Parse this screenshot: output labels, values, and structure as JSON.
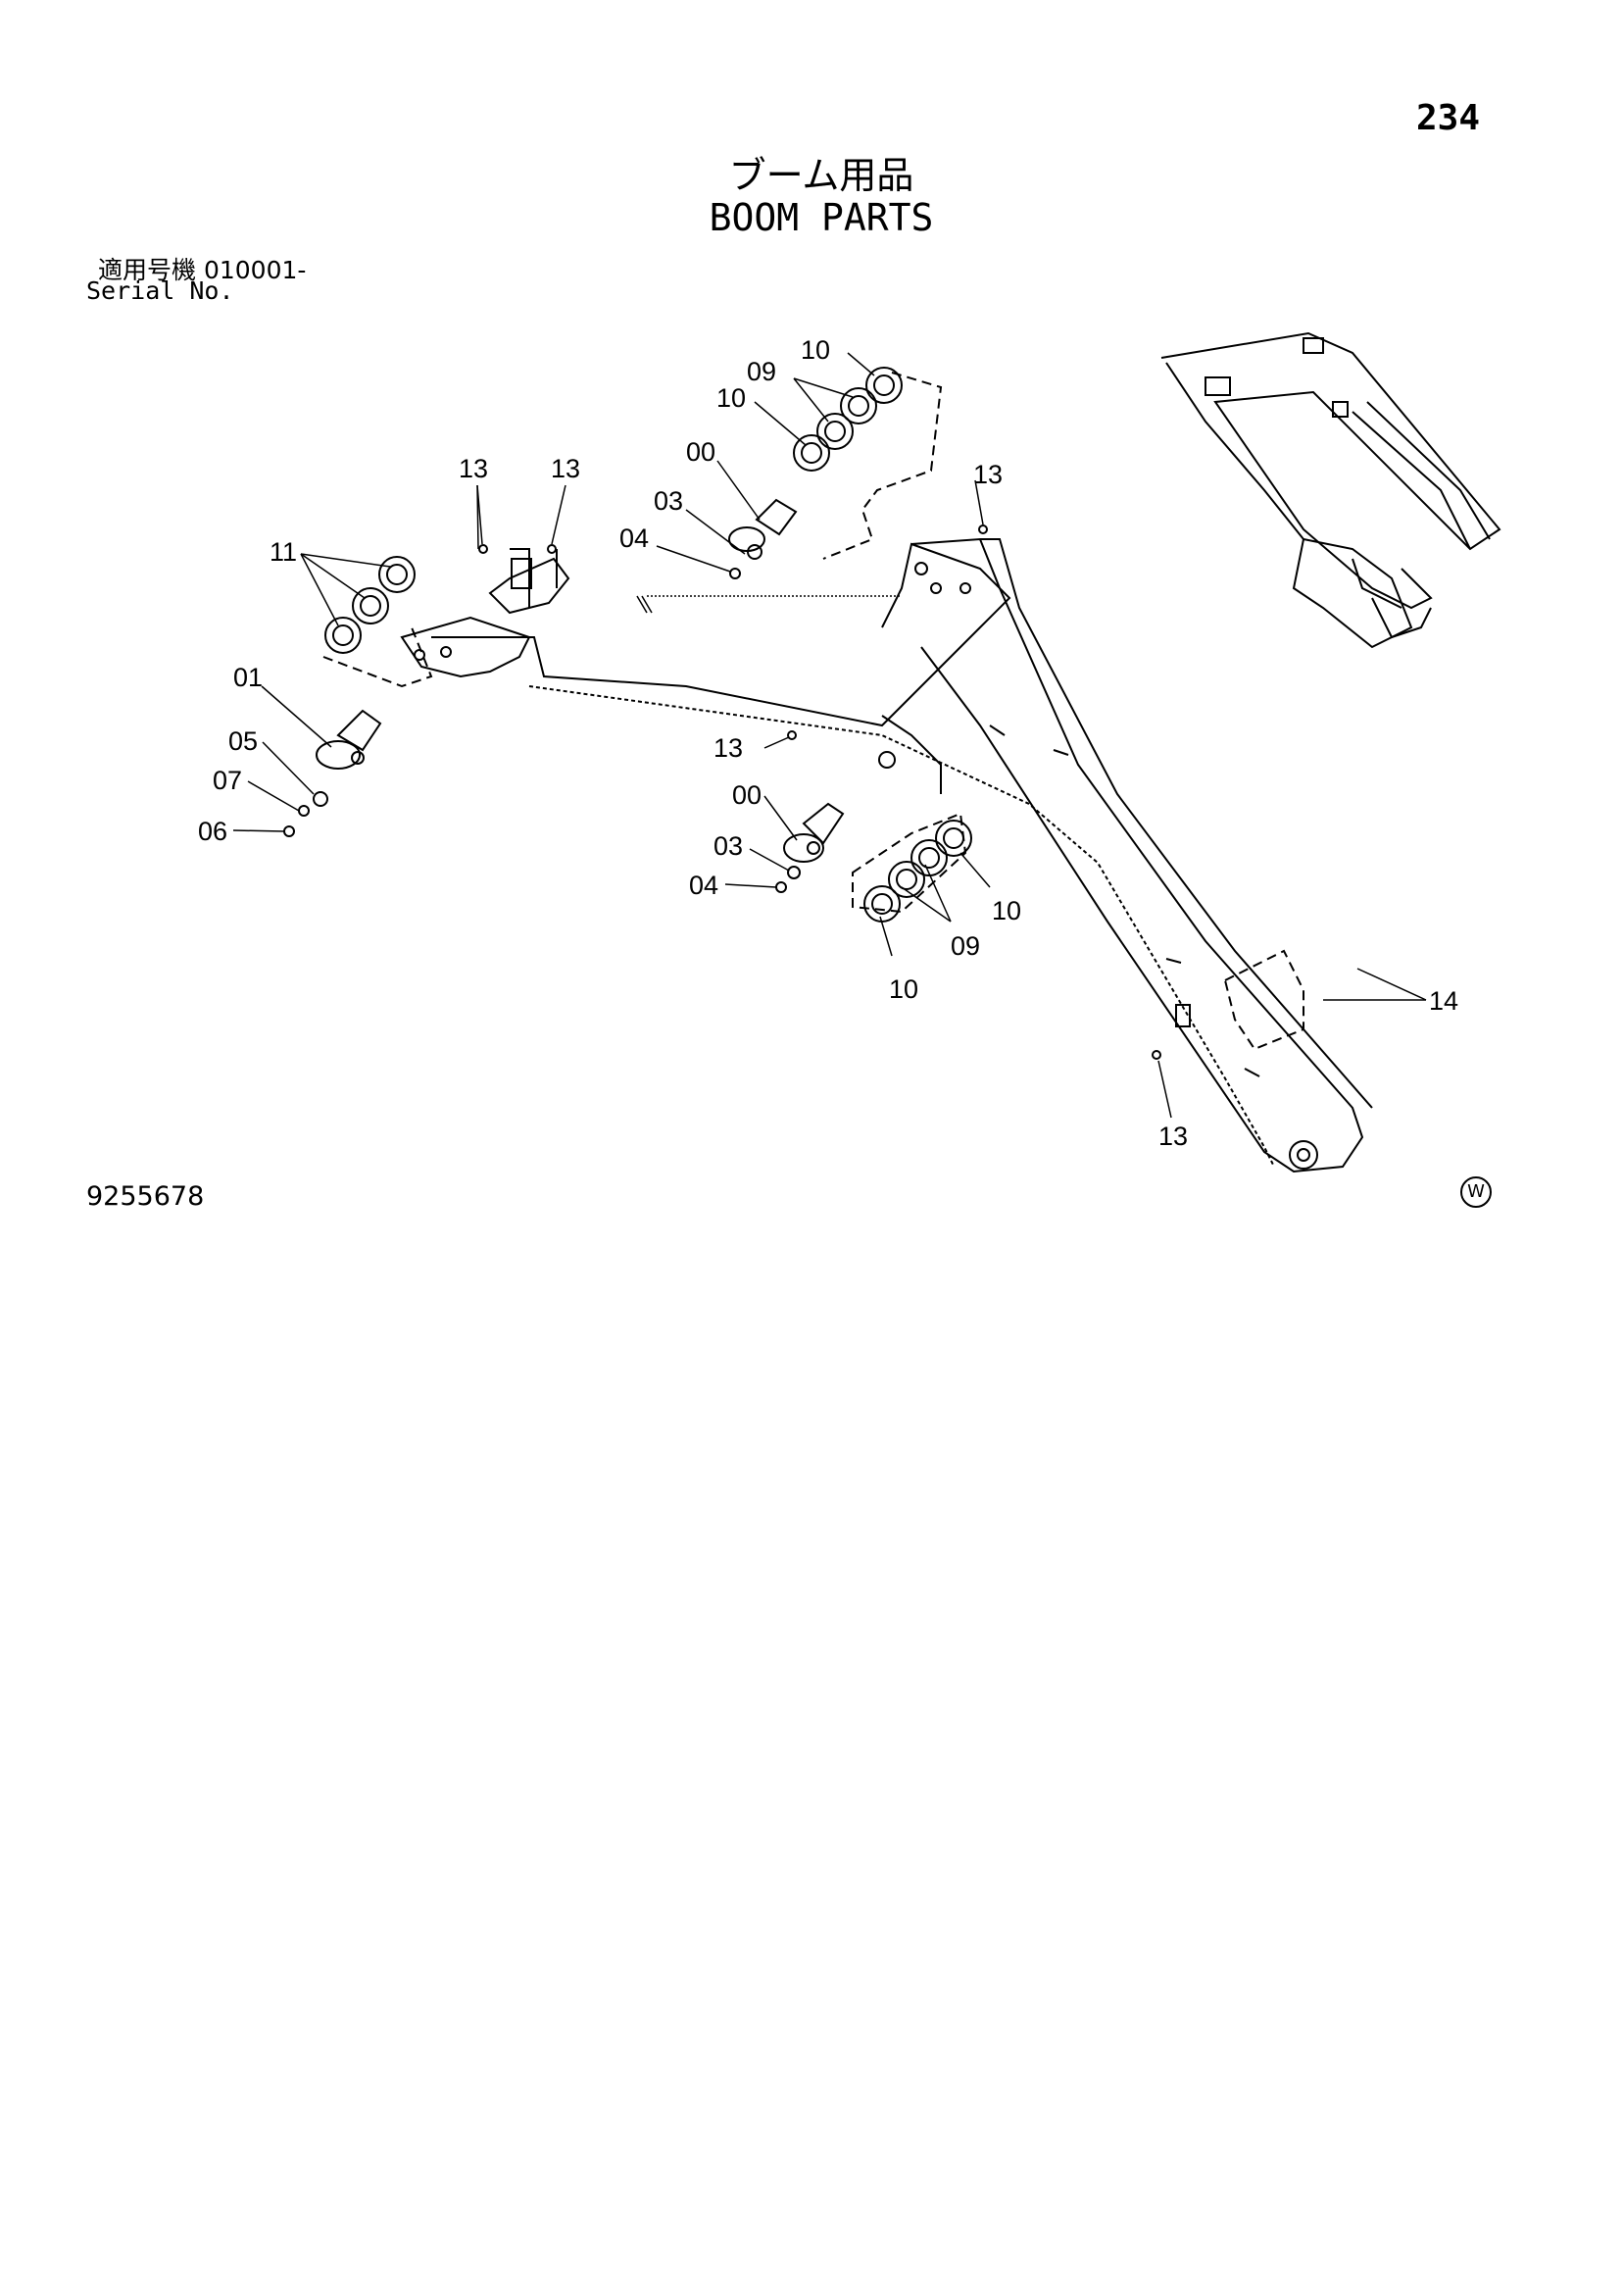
{
  "page_number": "234",
  "title_jp": "ブーム用品",
  "title_en": "BOOM PARTS",
  "serial_jp": "適用号機  010001-",
  "serial_en": "Serial No.",
  "drawing_number": "9255678",
  "mark": "W",
  "callouts": {
    "c10_top1": "10",
    "c09_top": "09",
    "c10_top2": "10",
    "c00_top": "00",
    "c03_top": "03",
    "c04_top": "04",
    "c13_a": "13",
    "c13_b": "13",
    "c13_c": "13",
    "c11": "11",
    "c01": "01",
    "c05": "05",
    "c07": "07",
    "c06": "06",
    "c13_mid": "13",
    "c00_mid": "00",
    "c03_mid": "03",
    "c04_mid": "04",
    "c10_mid1": "10",
    "c09_mid": "09",
    "c10_mid2": "10",
    "c14": "14",
    "c13_bottom": "13"
  }
}
